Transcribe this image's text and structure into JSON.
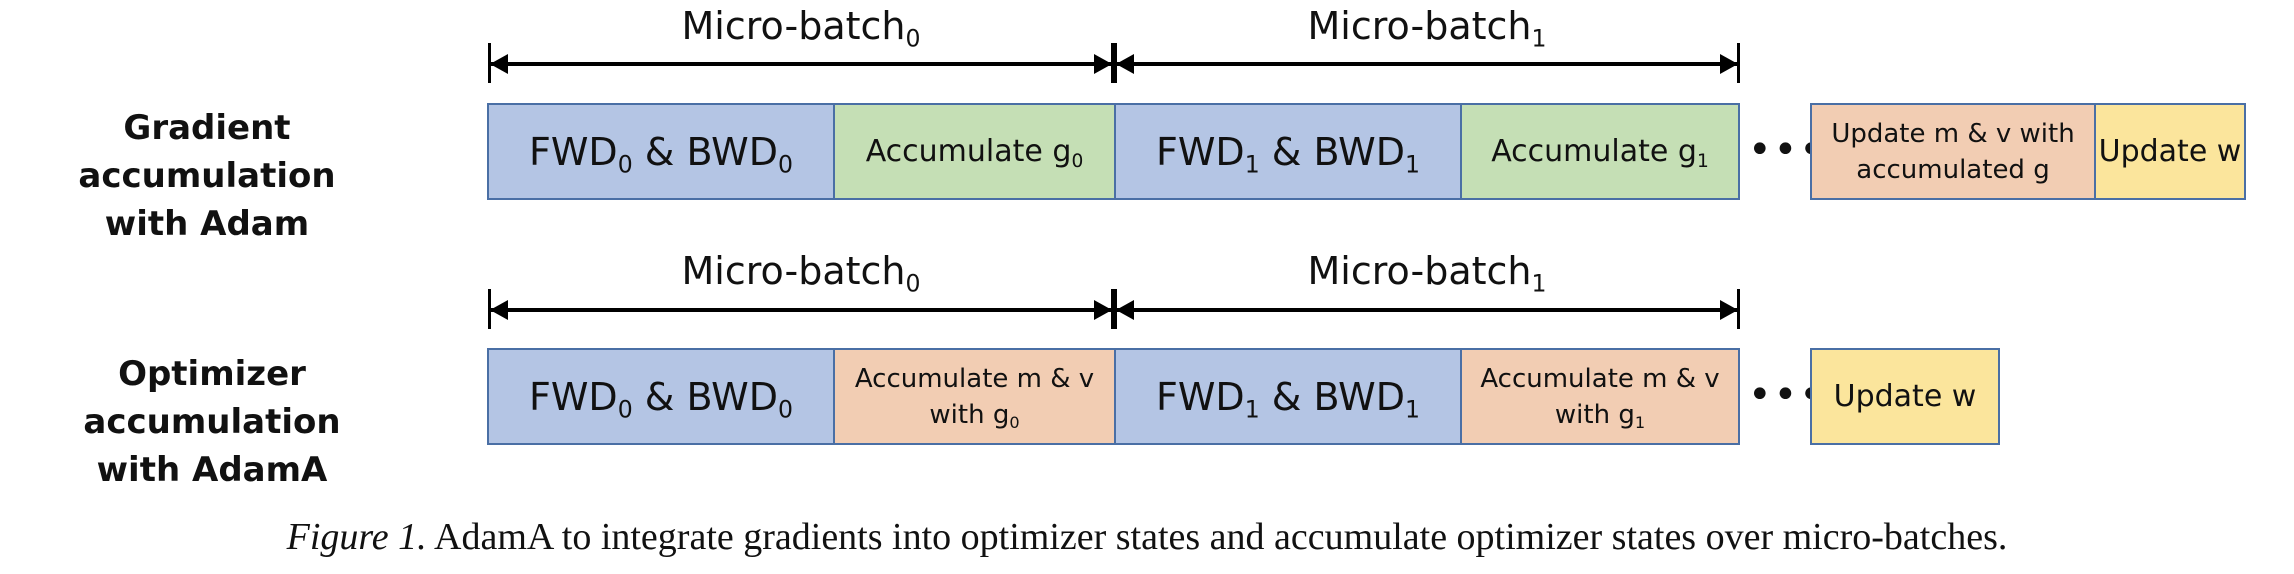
{
  "rows": [
    {
      "label_line1": "Gradient accumulation",
      "label_line2": "with Adam",
      "microbatches": [
        {
          "name": "Micro-batch",
          "sub": "0"
        },
        {
          "name": "Micro-batch",
          "sub": "1"
        }
      ],
      "boxes": [
        {
          "pre": "FWD",
          "sub1": "0",
          "mid": " & BWD",
          "sub2": "0"
        },
        {
          "pre": "Accumulate g",
          "sub1": "0"
        },
        {
          "pre": "FWD",
          "sub1": "1",
          "mid": " & BWD",
          "sub2": "1"
        },
        {
          "pre": "Accumulate g",
          "sub1": "1"
        }
      ],
      "ellipsis": "•••",
      "tail_boxes": [
        {
          "line1": "Update m & v with",
          "line2": "accumulated g"
        },
        {
          "text": "Update w"
        }
      ]
    },
    {
      "label_line1": "Optimizer accumulation",
      "label_line2": "with AdamA",
      "microbatches": [
        {
          "name": "Micro-batch",
          "sub": "0"
        },
        {
          "name": "Micro-batch",
          "sub": "1"
        }
      ],
      "boxes": [
        {
          "pre": "FWD",
          "sub1": "0",
          "mid": " & BWD",
          "sub2": "0"
        },
        {
          "line1": "Accumulate m & v",
          "line2_pre": "with g",
          "line2_sub": "0"
        },
        {
          "pre": "FWD",
          "sub1": "1",
          "mid": " & BWD",
          "sub2": "1"
        },
        {
          "line1": "Accumulate m & v",
          "line2_pre": "with g",
          "line2_sub": "1"
        }
      ],
      "ellipsis": "•••",
      "tail_boxes": [
        {
          "text": "Update w"
        }
      ]
    }
  ],
  "caption": {
    "label": "Figure 1.",
    "text": " AdamA to integrate gradients into optimizer states and accumulate optimizer states over micro-batches."
  },
  "colors": {
    "fwd_bwd": "#b4c5e4",
    "accumulate_g": "#c5dfb5",
    "accumulate_mv": "#f2cdb3",
    "update_w": "#fbe59c",
    "border": "#4a6fa5"
  }
}
